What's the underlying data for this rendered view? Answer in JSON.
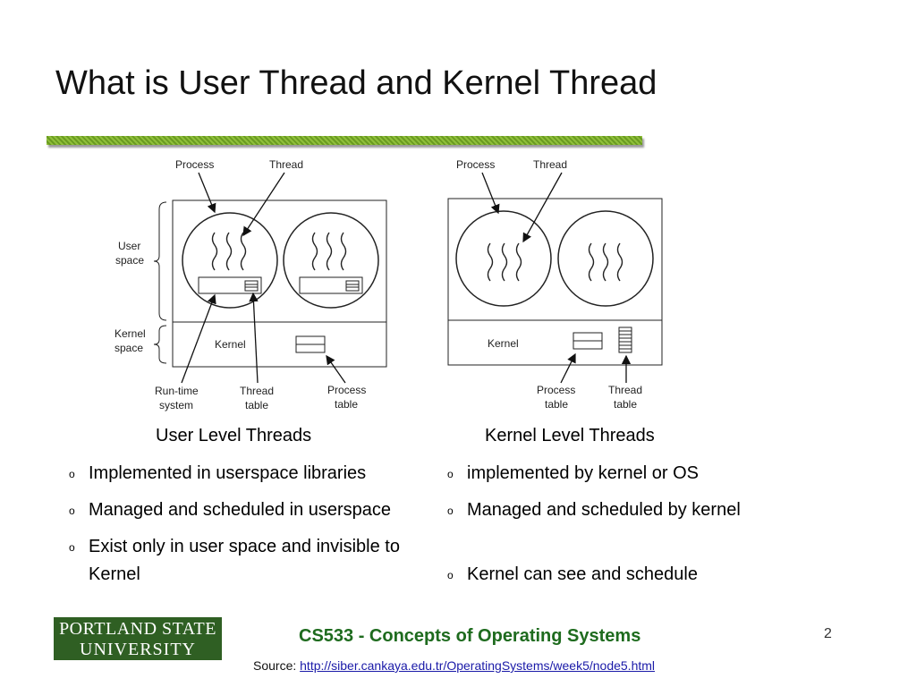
{
  "title": "What is User Thread and Kernel Thread",
  "diagram_user": {
    "process": "Process",
    "thread": "Thread",
    "user_space_1": "User",
    "user_space_2": "space",
    "kernel_space_1": "Kernel",
    "kernel_space_2": "space",
    "kernel": "Kernel",
    "runtime_1": "Run-time",
    "runtime_2": "system",
    "thread_table_1": "Thread",
    "thread_table_2": "table",
    "process_table_1": "Process",
    "process_table_2": "table"
  },
  "diagram_kernel": {
    "process": "Process",
    "thread": "Thread",
    "kernel": "Kernel",
    "process_table_1": "Process",
    "process_table_2": "table",
    "thread_table_1": "Thread",
    "thread_table_2": "table"
  },
  "captions": {
    "left": "User Level Threads",
    "right": "Kernel Level Threads"
  },
  "bullet_glyph": "o",
  "left_bullets": [
    "Implemented in userspace libraries",
    "Managed and scheduled in userspace",
    "Exist only in user space and invisible to Kernel"
  ],
  "right_bullets": [
    "implemented by kernel or OS",
    "Managed and scheduled by kernel",
    "Kernel can see and schedule"
  ],
  "logo": {
    "line1": "PORTLAND STATE",
    "line2": "UNIVERSITY"
  },
  "course": "CS533 - Concepts of Operating Systems",
  "page_number": "2",
  "source": {
    "label": "Source: ",
    "url": "http://siber.cankaya.edu.tr/OperatingSystems/week5/node5.html"
  },
  "colors": {
    "accent_green": "#1e6b1e",
    "rule_green": "#7aab2a",
    "logo_bg": "#2f5f23",
    "link_blue": "#1a1aa8"
  }
}
